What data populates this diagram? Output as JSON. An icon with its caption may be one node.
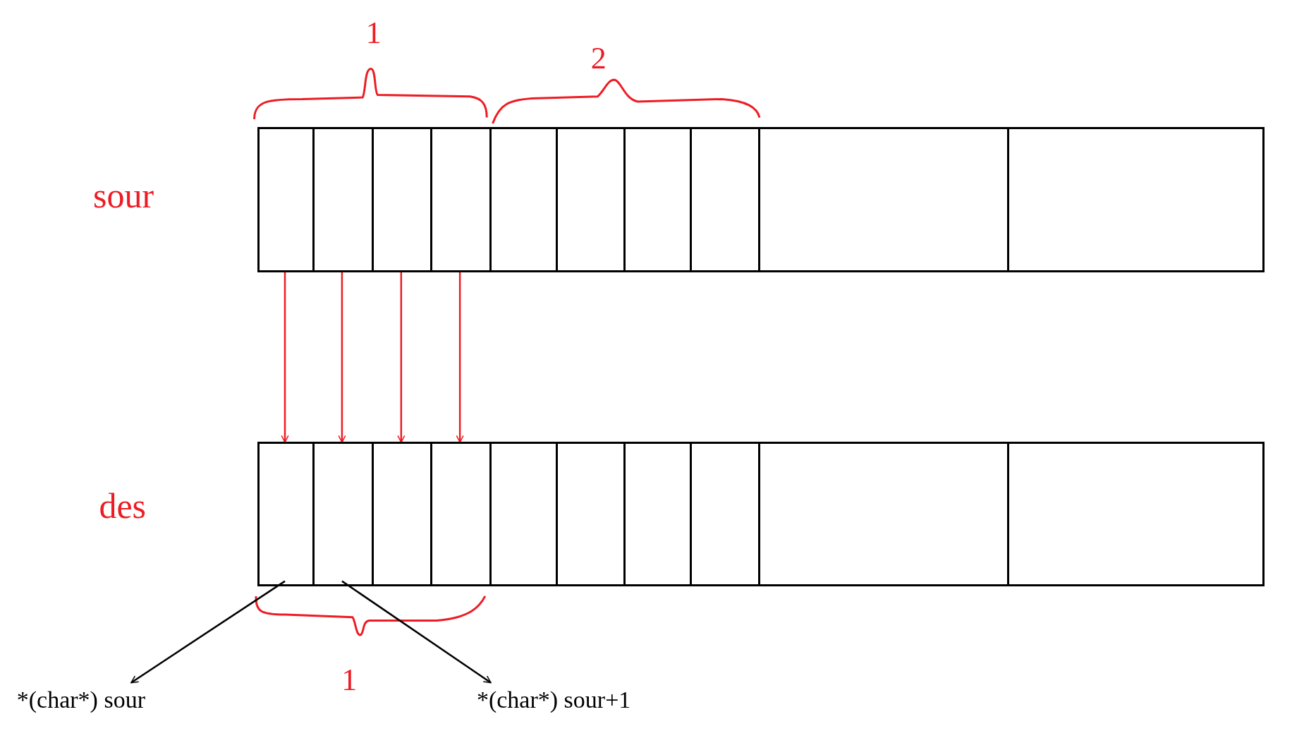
{
  "diagram": {
    "nodes": [
      {
        "text": [],
        "shape": "box",
        "beside": [
          "sour"
        ]
      },
      {
        "text": [],
        "shape": "box",
        "in": 0
      },
      {
        "text": [],
        "shape": "box",
        "in": 0
      },
      {
        "text": [],
        "shape": "box",
        "in": 0
      },
      {
        "text": [],
        "shape": "box",
        "in": 0
      },
      {
        "text": [],
        "shape": "box",
        "in": 0
      },
      {
        "text": [],
        "shape": "box",
        "in": 0
      },
      {
        "text": [],
        "shape": "box",
        "in": 0
      },
      {
        "text": [],
        "shape": "box",
        "in": 0
      },
      {
        "text": [],
        "shape": "box",
        "in": 0
      },
      {
        "text": [],
        "shape": "box",
        "in": 0
      },
      {
        "text": [],
        "shape": "box",
        "beside": [
          "des"
        ]
      },
      {
        "text": [],
        "shape": "box",
        "in": 11
      },
      {
        "text": [],
        "shape": "box",
        "in": 11
      },
      {
        "text": [],
        "shape": "box",
        "in": 11
      },
      {
        "text": [],
        "shape": "box",
        "in": 11
      },
      {
        "text": [],
        "shape": "box",
        "in": 11
      },
      {
        "text": [],
        "shape": "box",
        "in": 11
      },
      {
        "text": [],
        "shape": "box",
        "in": 11
      },
      {
        "text": [],
        "shape": "box",
        "in": 11
      },
      {
        "text": [],
        "shape": "box",
        "in": 11
      },
      {
        "text": [],
        "shape": "box",
        "in": 11
      },
      {
        "text": [
          "*(char*) sour"
        ]
      },
      {
        "text": [
          "*(char*) sour+1"
        ]
      }
    ],
    "edges": [
      {
        "from": 1,
        "to": 12,
        "arrow": "to"
      },
      {
        "from": 2,
        "to": 13,
        "arrow": "to"
      },
      {
        "from": 3,
        "to": 14,
        "arrow": "to"
      },
      {
        "from": 4,
        "to": 15,
        "arrow": "to"
      },
      {
        "from": 12,
        "to": 22,
        "arrow": "to",
        "color": "#000000"
      },
      {
        "from": 13,
        "to": 23,
        "arrow": "to",
        "color": "#000000"
      }
    ],
    "labels": [
      "1",
      "2",
      "1"
    ]
  }
}
